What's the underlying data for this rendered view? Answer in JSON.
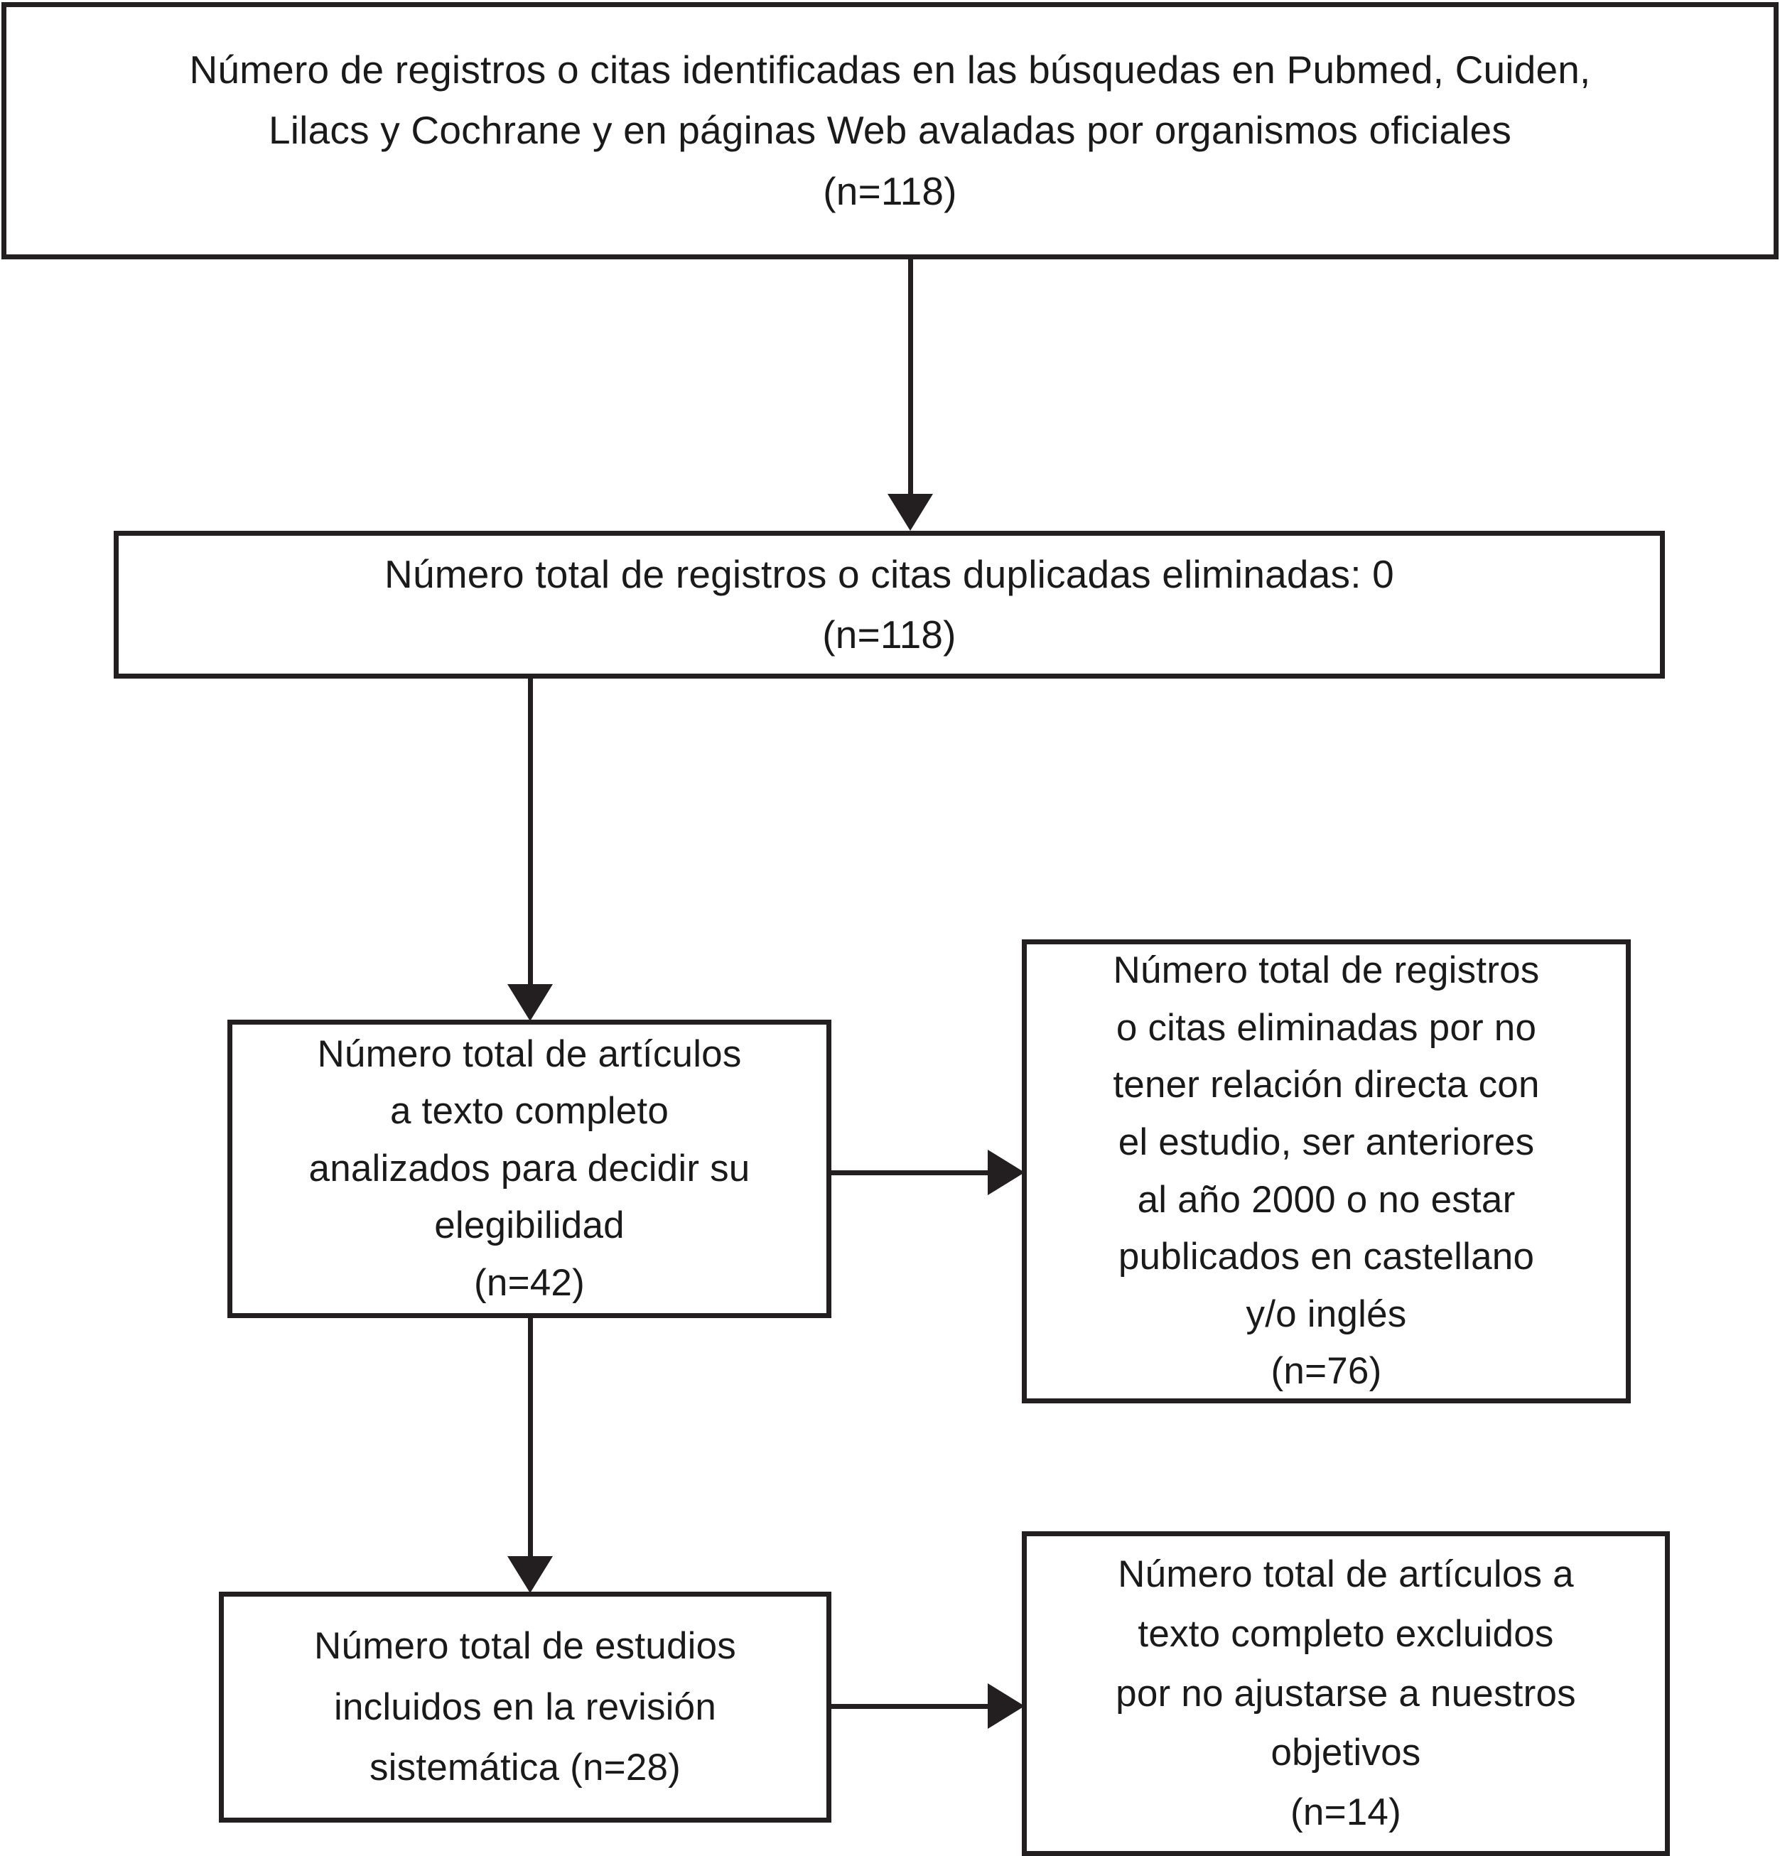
{
  "diagram": {
    "type": "prisma-flow-diagram",
    "language": "es",
    "background_color": "#ffffff",
    "line_color": "#231f20",
    "text_color": "#1a1a1a",
    "boxes": [
      {
        "id": "identified",
        "name": "records-identified",
        "text": "Número de registros o citas identificadas en las búsquedas en Pubmed, Cuiden,\nLilacs y Cochrane y en páginas Web avaladas por organismos oficiales\n(n=118)",
        "count_label": "(n=118)",
        "count": 118
      },
      {
        "id": "duplicates",
        "name": "duplicates-removed",
        "text": "Número total de registros o citas duplicadas eliminadas: 0\n(n=118)",
        "count_label": "(n=118)",
        "count": 118,
        "duplicates_removed": 0
      },
      {
        "id": "fulltext",
        "name": "fulltext-assessed-eligibility",
        "text": "Número total de artículos\na texto completo\nanalizados para decidir su\nelegibilidad\n(n=42)",
        "count_label": "(n=42)",
        "count": 42
      },
      {
        "id": "excluded-records",
        "name": "records-excluded",
        "text": "Número total de registros\no citas eliminadas por no\ntener relación directa con\nel estudio, ser anteriores\nal año 2000 o no estar\npublicados en castellano\ny/o inglés\n(n=76)",
        "count_label": "(n=76)",
        "count": 76
      },
      {
        "id": "included",
        "name": "studies-included",
        "text": "Número total de estudios\nincluidos en la revisión\nsistemática (n=28)",
        "count_label": "(n=28)",
        "count": 28
      },
      {
        "id": "excluded-fulltext",
        "name": "fulltext-articles-excluded",
        "text": "Número total de artículos a\ntexto completo excluidos\npor no ajustarse a nuestros\nobjetivos\n(n=14)",
        "count_label": "(n=14)",
        "count": 14
      }
    ],
    "connectors": [
      {
        "id": "identified-to-duplicates",
        "from": "identified",
        "to": "duplicates",
        "direction": "down"
      },
      {
        "id": "duplicates-to-fulltext",
        "from": "duplicates",
        "to": "fulltext",
        "direction": "down"
      },
      {
        "id": "fulltext-to-excluded",
        "from": "fulltext",
        "to": "excluded-records",
        "direction": "right"
      },
      {
        "id": "fulltext-to-included",
        "from": "fulltext",
        "to": "included",
        "direction": "down"
      },
      {
        "id": "included-to-excluded",
        "from": "included",
        "to": "excluded-fulltext",
        "direction": "right"
      }
    ]
  }
}
